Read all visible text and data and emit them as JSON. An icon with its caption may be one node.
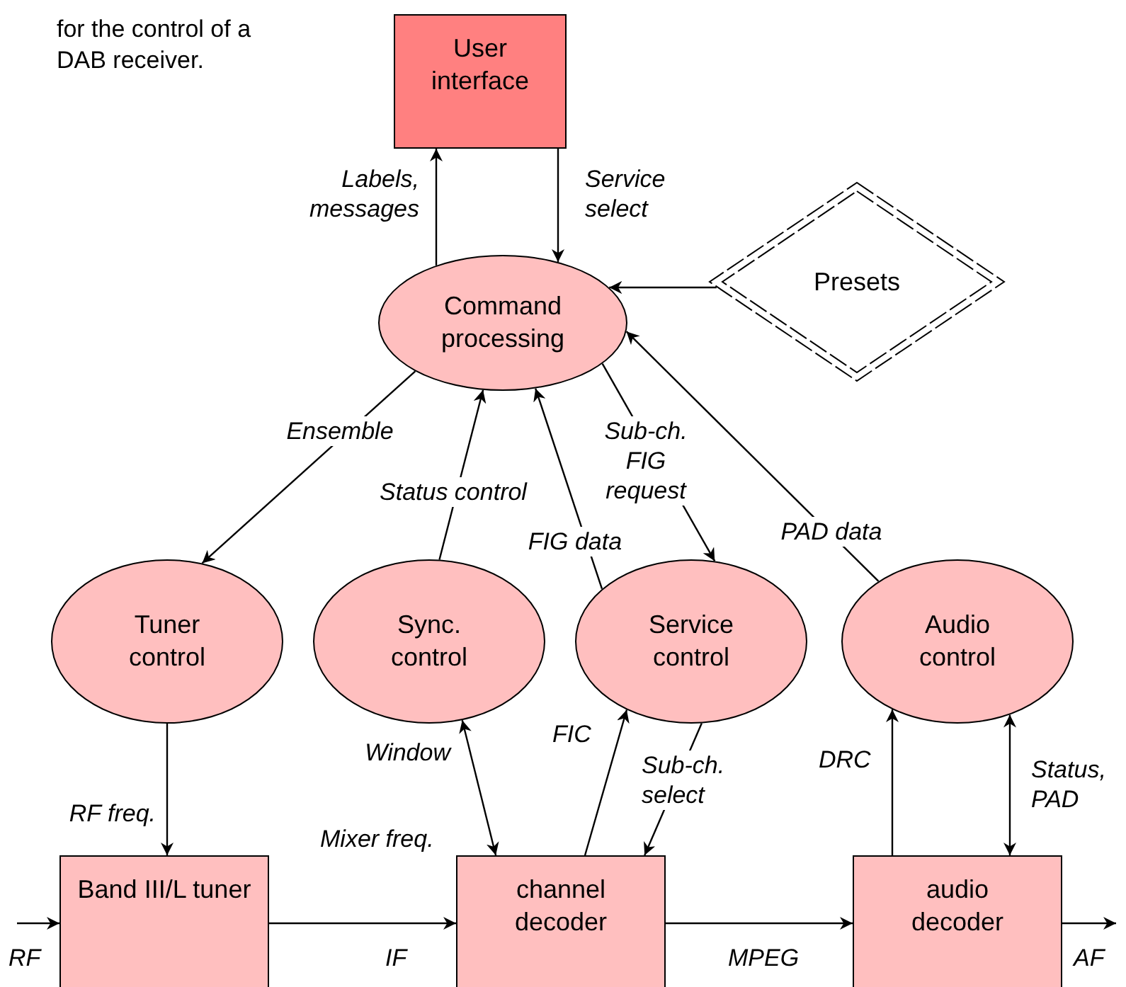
{
  "diagram": {
    "nodes": [
      {
        "text": [
          "User interface"
        ]
      },
      {
        "text": [
          "Command processing"
        ]
      },
      {
        "text": [
          "Presets"
        ]
      },
      {
        "text": [
          "Tuner control"
        ]
      },
      {
        "text": [
          "Sync. control"
        ]
      },
      {
        "text": [
          "Service control"
        ]
      },
      {
        "text": [
          "Audio control"
        ]
      },
      {
        "text": [
          "Band III/L tuner"
        ]
      },
      {
        "text": [
          "channel decoder"
        ]
      },
      {
        "text": [
          "audio decoder"
        ]
      }
    ],
    "edges": [
      {
        "from": 1,
        "to": 0,
        "arrow": "to",
        "label": "Labels, messages"
      },
      {
        "from": 0,
        "to": 1,
        "arrow": "to",
        "label": "Service select"
      },
      {
        "from": 2,
        "to": 1,
        "arrow": "to"
      },
      {
        "from": 1,
        "to": 3,
        "arrow": "to",
        "label": "Ensemble"
      },
      {
        "from": 4,
        "to": 1,
        "arrow": "to",
        "label": "Status control"
      },
      {
        "from": 5,
        "to": 1,
        "arrow": "to",
        "label": "FIG data"
      },
      {
        "from": 1,
        "to": 5,
        "arrow": "to",
        "label": "Sub-ch. FIG request"
      },
      {
        "from": 6,
        "to": 1,
        "arrow": "to",
        "label": "PAD data"
      },
      {
        "from": 3,
        "to": 7,
        "arrow": "to",
        "label": "RF freq."
      },
      {
        "from": 4,
        "to": 8,
        "arrow": "both",
        "label": "Window"
      },
      {
        "from": 8,
        "to": 5,
        "arrow": "to",
        "label": "FIC"
      },
      {
        "from": 5,
        "to": 8,
        "arrow": "to",
        "label": "Sub-ch. select"
      },
      {
        "from": 9,
        "to": 6,
        "arrow": "to",
        "label": "DRC"
      },
      {
        "from": 6,
        "to": 9,
        "arrow": "both",
        "label": "Status, PAD"
      },
      {
        "from": null,
        "to": 7,
        "arrow": "to",
        "label": "RF"
      },
      {
        "from": 7,
        "to": 8,
        "arrow": "to",
        "label": "IF"
      },
      {
        "from": 8,
        "to": 9,
        "arrow": "to",
        "label": "MPEG"
      },
      {
        "from": 9,
        "to": null,
        "arrow": "to",
        "label": "AF"
      }
    ],
    "labels": [
      "for the control of a DAB receiver.",
      "Mixer freq."
    ]
  }
}
